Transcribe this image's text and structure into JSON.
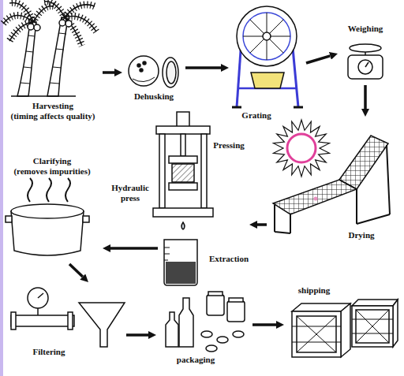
{
  "diagram": {
    "nodes": [
      {
        "text": [
          "Harvesting",
          "(timing affects quality)"
        ]
      },
      {
        "text": [
          "Dehusking"
        ]
      },
      {
        "text": [
          "Grating"
        ]
      },
      {
        "text": [
          "Weighing"
        ]
      },
      {
        "text": [
          "Drying"
        ]
      },
      {
        "text": [
          "Pressing",
          "Hydraulic press"
        ]
      },
      {
        "text": [
          "Extraction"
        ]
      },
      {
        "text": [
          "Clarifying",
          "(removes impurities)"
        ]
      },
      {
        "text": [
          "Filtering"
        ]
      },
      {
        "text": [
          "packaging"
        ]
      },
      {
        "text": [
          "shipping"
        ]
      }
    ],
    "edges": [
      {
        "from": 0,
        "to": 1,
        "arrow": "to"
      },
      {
        "from": 1,
        "to": 2,
        "arrow": "to"
      },
      {
        "from": 2,
        "to": 3,
        "arrow": "to"
      },
      {
        "from": 3,
        "to": 4,
        "arrow": "to"
      },
      {
        "from": 4,
        "to": 5,
        "arrow": "to"
      },
      {
        "from": 6,
        "to": 7,
        "arrow": "to"
      },
      {
        "from": 7,
        "to": 8,
        "arrow": "to"
      },
      {
        "from": 8,
        "to": 9,
        "arrow": "to"
      },
      {
        "from": 9,
        "to": 10,
        "arrow": "to"
      }
    ]
  }
}
